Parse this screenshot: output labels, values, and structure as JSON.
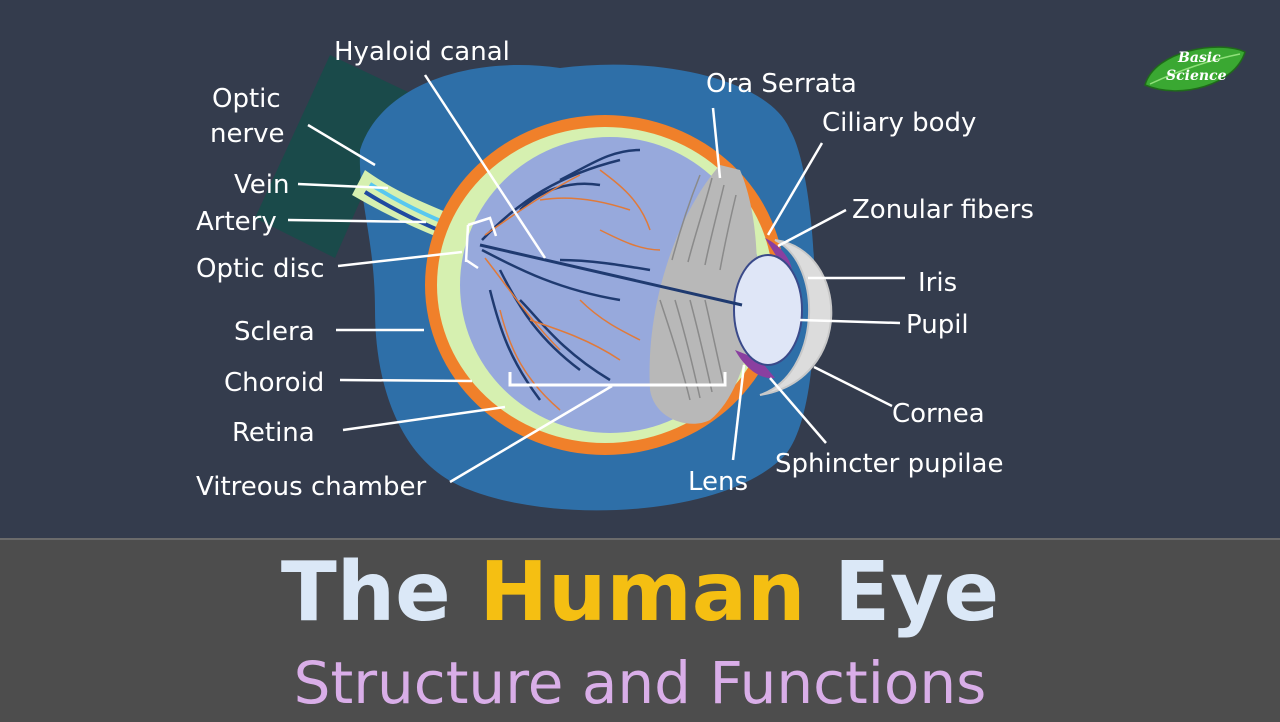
{
  "labels": {
    "hyaloid_canal": "Hyaloid canal",
    "optic_nerve_1": "Optic",
    "optic_nerve_2": "nerve",
    "vein": "Vein",
    "artery": "Artery",
    "optic_disc": "Optic disc",
    "sclera": "Sclera",
    "choroid": "Choroid",
    "retina": "Retina",
    "vitreous_chamber": "Vitreous chamber",
    "ora_serrata": "Ora Serrata",
    "ciliary_body": "Ciliary body",
    "zonular_fibers": "Zonular fibers",
    "iris": "Iris",
    "pupil": "Pupil",
    "cornea": "Cornea",
    "sphincter_pupilae": "Sphincter pupilae",
    "lens": "Lens"
  },
  "title": {
    "word1": "The",
    "word2": "Human",
    "word3": "Eye"
  },
  "subtitle": "Structure and Functions",
  "logo": {
    "line1": "Basic",
    "line2": "Science"
  },
  "colors": {
    "background": "#343c4d",
    "band": "#4d4d4d",
    "title_light": "#dbe8f7",
    "title_accent": "#f5bf12",
    "subtitle": "#d9aee8",
    "sclera": "#2e6fa8",
    "choroid": "#f0802a",
    "retina": "#d6f0b0",
    "vitreous": "#97a9dc",
    "nerve": "#1a4a4a"
  }
}
